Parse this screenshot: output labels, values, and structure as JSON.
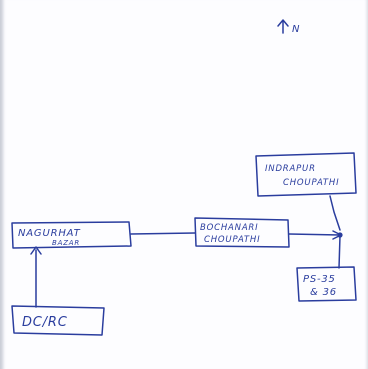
{
  "north_marker": {
    "label": "N",
    "icon": "north-arrow-icon"
  },
  "nodes": {
    "nagur_hat_bazar": {
      "line1": "NAGURHAT",
      "line2": "BAZAR"
    },
    "bochanari_chowpathi": {
      "line1": "BOCHANARI",
      "line2": "CHOUPATHI"
    },
    "indrapur_chowpathi": {
      "line1": "INDRAPUR",
      "line2": "CHOUPATHI"
    },
    "ps_35": {
      "line1": "PS-35",
      "line2": "& 36"
    },
    "dc_rc": {
      "line1": "DC/RC"
    }
  },
  "ink_color": "#2a3d9e",
  "paper_color": "#fdfdff"
}
